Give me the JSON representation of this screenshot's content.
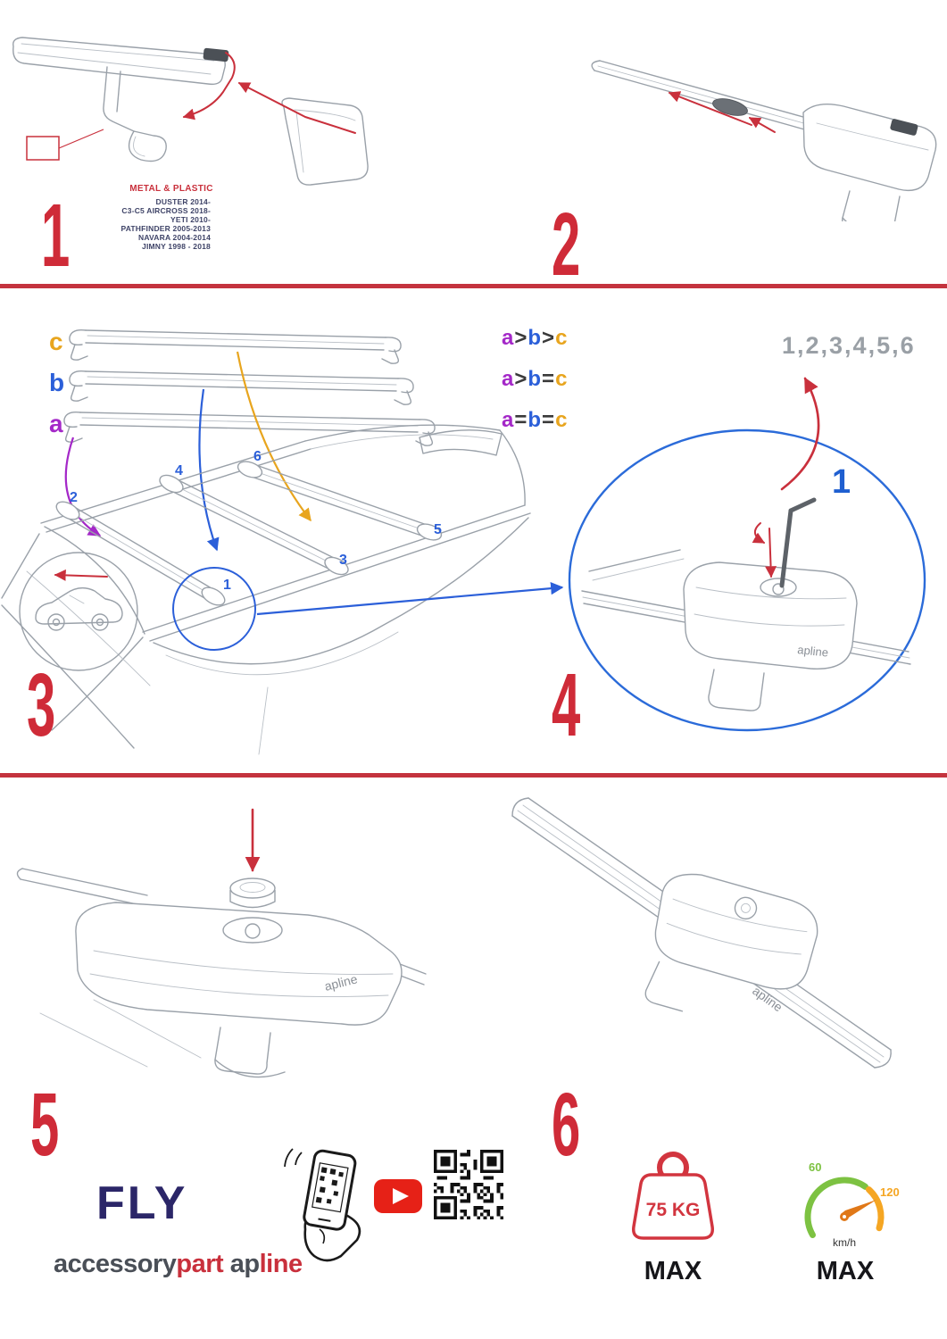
{
  "steps": {
    "s1": "1",
    "s2": "2",
    "s3": "3",
    "s4": "4",
    "s5": "5",
    "s6": "6"
  },
  "panel1": {
    "material_label": "METAL & PLASTIC",
    "compatibility": [
      "DUSTER 2014-",
      "C3-C5 AIRCROSS 2018-",
      "YETI 2010-",
      "PATHFINDER 2005-2013",
      "NAVARA 2004-2014",
      "JIMNY 1998 - 2018"
    ]
  },
  "panel3": {
    "bar_labels": {
      "a": "a",
      "b": "b",
      "c": "c"
    },
    "formulas": [
      {
        "p1": "a",
        "op1": ">",
        "p2": "b",
        "op2": ">",
        "p3": "c"
      },
      {
        "p1": "a",
        "op1": ">",
        "p2": "b",
        "op2": "=",
        "p3": "c"
      },
      {
        "p1": "a",
        "op1": "=",
        "p2": "b",
        "op2": "=",
        "p3": "c"
      }
    ],
    "positions": [
      "1",
      "2",
      "3",
      "4",
      "5",
      "6"
    ]
  },
  "panel4": {
    "sequence": "1,2,3,4,5,6",
    "step_highlight": "1",
    "brand_on_clamp": "apline"
  },
  "panel5": {
    "brand_on_clamp": "apline"
  },
  "panel6": {
    "brand_on_clamp": "apline"
  },
  "footer": {
    "product_name": "FLY",
    "brand_gray_1": "accessory",
    "brand_red_1": "part",
    "brand_gray_2": "ap",
    "brand_red_2": "line",
    "weight_value": "75 KG",
    "weight_max_label": "MAX",
    "speed_low": "60",
    "speed_high": "120",
    "speed_unit": "km/h",
    "speed_max_label": "MAX"
  },
  "colors": {
    "accent_red": "#c9303c",
    "blue": "#2b5fd9",
    "purple": "#a428c8",
    "orange": "#e8a51e",
    "navy": "#2b2668"
  }
}
